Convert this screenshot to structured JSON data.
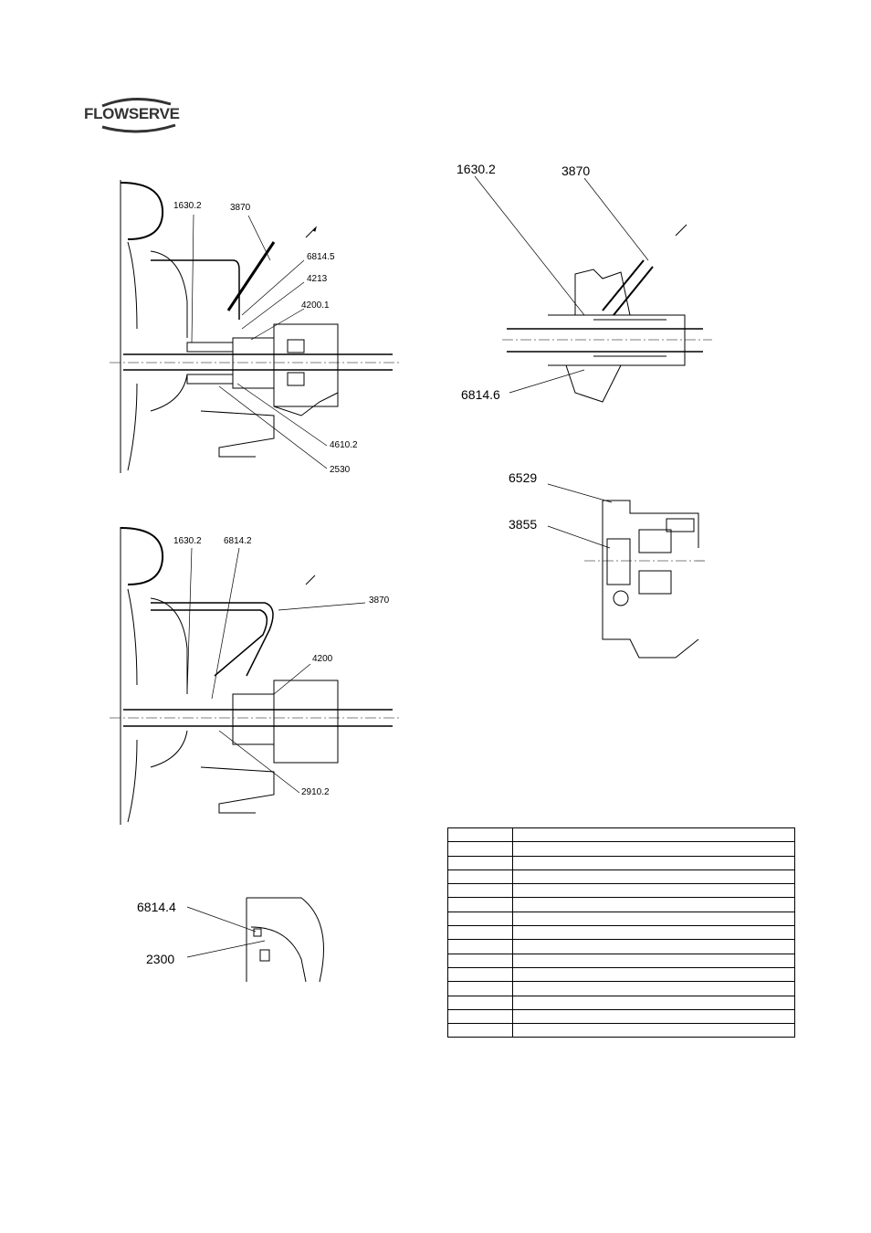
{
  "header": {
    "logo_text": "FLOWSERVE"
  },
  "figures": {
    "fig1": {
      "labels": [
        "1630.2",
        "3870",
        "6814.5",
        "4213",
        "4200.1",
        "4610.2",
        "2530"
      ]
    },
    "fig2": {
      "labels": [
        "1630.2",
        "6814.2",
        "3870",
        "4200",
        "2910.2"
      ]
    },
    "fig3": {
      "labels": [
        "6814.4",
        "2300"
      ]
    },
    "fig4": {
      "labels": [
        "1630.2",
        "3870",
        "6814.6"
      ]
    },
    "fig5": {
      "labels": [
        "6529",
        "3855"
      ]
    }
  },
  "parts_table": {
    "rows": 15,
    "columns": 2
  }
}
